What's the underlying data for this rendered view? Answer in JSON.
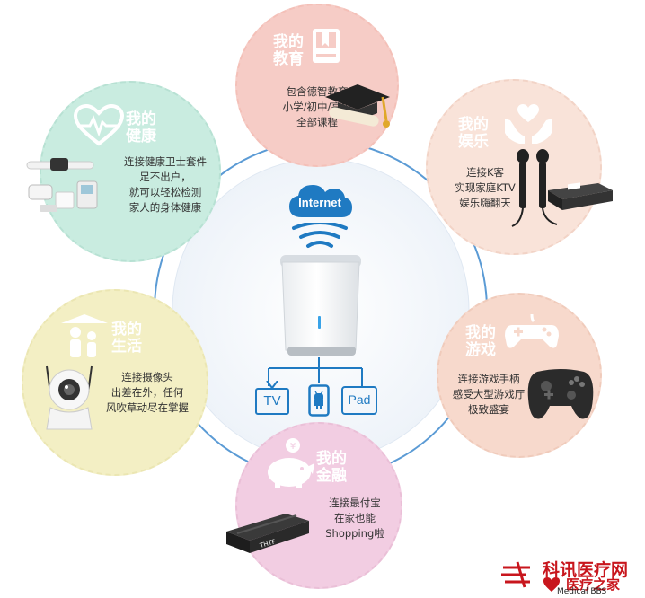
{
  "center": {
    "cloud_label": "Internet"
  },
  "devices": [
    "TV",
    "Pad"
  ],
  "nodes": {
    "education": {
      "title_1": "我的",
      "title_2": "教育",
      "lines": [
        "包含德智教育",
        "小学/初中/高中",
        "全部课程"
      ],
      "color": "#f6ccc6"
    },
    "health": {
      "title_1": "我的",
      "title_2": "健康",
      "lines": [
        "连接健康卫士套件",
        "足不出户，",
        "就可以轻松检测",
        "家人的身体健康"
      ],
      "color": "#c9ece0"
    },
    "entertainment": {
      "title_1": "我的",
      "title_2": "娱乐",
      "lines": [
        "连接K客",
        "实现家庭KTV",
        "娱乐嗨翻天"
      ],
      "color": "#f9e3d9"
    },
    "life": {
      "title_1": "我的",
      "title_2": "生活",
      "lines": [
        "连接摄像头",
        "出差在外，任何",
        "风吹草动尽在掌握"
      ],
      "color": "#f3efc4"
    },
    "games": {
      "title_1": "我的",
      "title_2": "游戏",
      "lines": [
        "连接游戏手柄",
        "感受大型游戏厅",
        "极致盛宴"
      ],
      "color": "#f7d9cc"
    },
    "finance": {
      "title_1": "我的",
      "title_2": "金融",
      "lines": [
        "连接最付宝",
        "在家也能",
        "Shopping啦"
      ],
      "color": "#f2cde2"
    }
  },
  "watermark": {
    "line_1": "科讯医疗网",
    "line_2": "医疗之家",
    "line_3": "Medical BBS"
  },
  "colors": {
    "ring": "#5b9bd5",
    "device_blue": "#1f7ac2",
    "watermark_red": "#c8161d"
  }
}
